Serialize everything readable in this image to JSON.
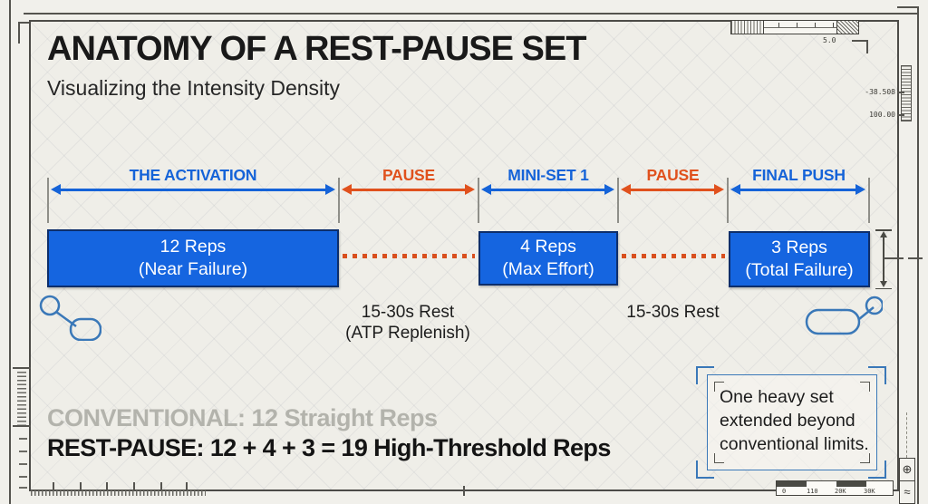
{
  "header": {
    "title": "ANATOMY OF A REST-PAUSE SET",
    "subtitle": "Visualizing the Intensity Density"
  },
  "timeline": {
    "segments": [
      {
        "label": "THE ACTIVATION",
        "color": "blue"
      },
      {
        "label": "PAUSE",
        "color": "orange"
      },
      {
        "label": "MINI-SET 1",
        "color": "blue"
      },
      {
        "label": "PAUSE",
        "color": "orange"
      },
      {
        "label": "FINAL PUSH",
        "color": "blue"
      }
    ]
  },
  "blocks": [
    {
      "line1": "12 Reps",
      "line2": "(Near Failure)"
    },
    {
      "line1": "4 Reps",
      "line2": "(Max Effort)"
    },
    {
      "line1": "3 Reps",
      "line2": "(Total Failure)"
    }
  ],
  "rest_notes": [
    {
      "line1": "15-30s Rest",
      "line2": "(ATP Replenish)"
    },
    {
      "line1": "15-30s Rest",
      "line2": ""
    }
  ],
  "summary": {
    "conventional": "CONVENTIONAL: 12 Straight Reps",
    "rest_pause": "REST-PAUSE: 12 + 4 + 3 = 19 High-Threshold Reps"
  },
  "callout": {
    "lines": [
      "One heavy set",
      "extended beyond",
      "conventional limits."
    ]
  },
  "annotations": {
    "top_ruler_value": "5.0",
    "right_value_1": "-38.508",
    "right_value_2": "100.00",
    "scalebar_labels": [
      "0",
      "110",
      "20K",
      "30K"
    ],
    "register_mark": "⊕",
    "wave_mark": "≈"
  },
  "colors": {
    "accent_blue": "#1563d8",
    "accent_orange": "#e0511d",
    "box_fill": "#1565e0",
    "box_border": "#0d2e6b",
    "background": "#efeee8",
    "callout_blue": "#3a78b8",
    "muted_gray": "#b3b3ac"
  }
}
